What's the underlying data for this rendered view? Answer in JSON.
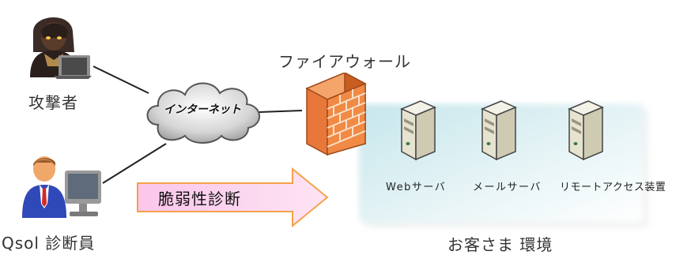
{
  "nodes": {
    "attacker": {
      "label": "攻撃者",
      "icon": "hacker-icon"
    },
    "analyst": {
      "label": "Qsol 診断員",
      "icon": "user-at-computer-icon"
    },
    "internet": {
      "label": "インターネット",
      "icon": "cloud-icon"
    },
    "firewall": {
      "label": "ファイアウォール",
      "icon": "brick-wall-icon"
    }
  },
  "arrow": {
    "label": "脆弱性診断",
    "icon": "right-arrow-icon"
  },
  "customer_env": {
    "label": "お客さま 環境",
    "servers": [
      {
        "label": "Webサーバ",
        "icon": "server-icon"
      },
      {
        "label": "メールサーバ",
        "icon": "server-icon"
      },
      {
        "label": "リモートアクセス装置",
        "icon": "server-icon"
      }
    ]
  },
  "colors": {
    "arrow_fill": "#fbd0ec",
    "arrow_stroke": "#f4a24a",
    "firewall": "#e8783a",
    "env_panel": "#d8eef3"
  }
}
